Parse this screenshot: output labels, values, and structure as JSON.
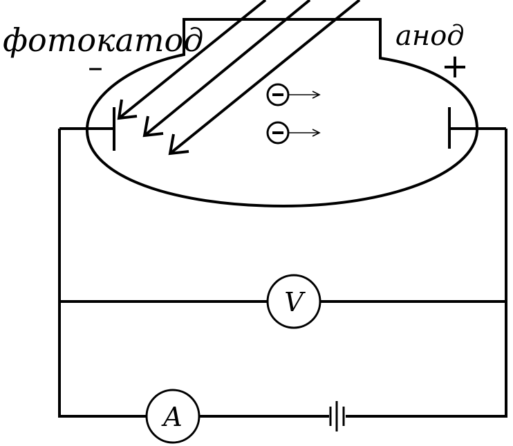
{
  "labels": {
    "photocathode": "фотокатод",
    "anode": "анод",
    "cathode_sign": "–",
    "anode_sign": "+",
    "electron_sign": "–",
    "voltmeter": "V",
    "ammeter": "A"
  }
}
